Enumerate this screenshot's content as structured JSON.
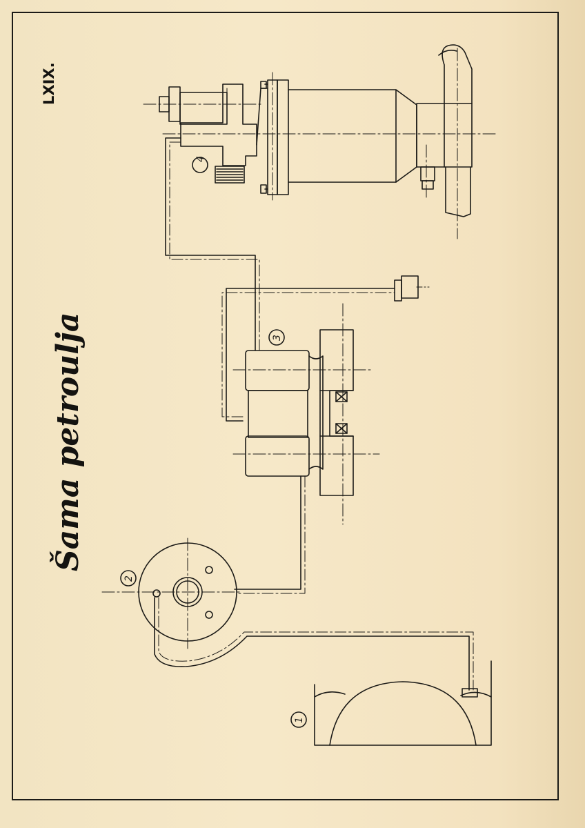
{
  "plate": {
    "number": "LXIX."
  },
  "title": "Šama petroulja",
  "components": [
    {
      "id": "tank",
      "label": "1"
    },
    {
      "id": "pump",
      "label": "2"
    },
    {
      "id": "filter",
      "label": "3"
    },
    {
      "id": "atomizer",
      "label": "4"
    }
  ],
  "colors": {
    "ink": "#1b1a17",
    "paper": "#f4e6c6"
  }
}
